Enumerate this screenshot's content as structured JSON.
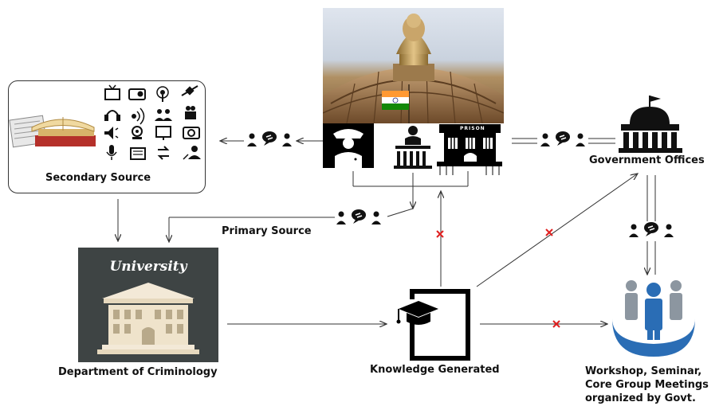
{
  "labels": {
    "secondary_source": "Secondary Source",
    "primary_source": "Primary Source",
    "government_offices": "Government Offices",
    "department": "Department of Criminology",
    "knowledge": "Knowledge Generated",
    "workshop_line1": "Workshop, Seminar,",
    "workshop_line2": "Core Group Meetings",
    "workshop_line3": "organized by Govt.",
    "university_sign": "University",
    "prison_sign": "PRISON"
  },
  "icons": {
    "media_grid": [
      "tv-icon",
      "radio-icon",
      "podcast-icon",
      "satellite-icon",
      "headset-icon",
      "broadcast-icon",
      "group-icon",
      "camera-icon",
      "speaker-icon",
      "webcam-icon",
      "monitor-icon",
      "photo-camera-icon",
      "microphone-icon",
      "newspaper-icon",
      "exchange-icon",
      "user-icon"
    ],
    "source_institutions": [
      "police-officer-icon",
      "judge-court-icon",
      "prison-icon"
    ],
    "communication": "people-conversation-icon",
    "blocked_link": "red-x-icon"
  },
  "colors": {
    "blocked": "#e02020",
    "audience_blue": "#2a6db5",
    "audience_gray": "#8c96a0",
    "university_bg": "#3e4444",
    "flag_saffron": "#ff9933",
    "flag_green": "#138808"
  }
}
